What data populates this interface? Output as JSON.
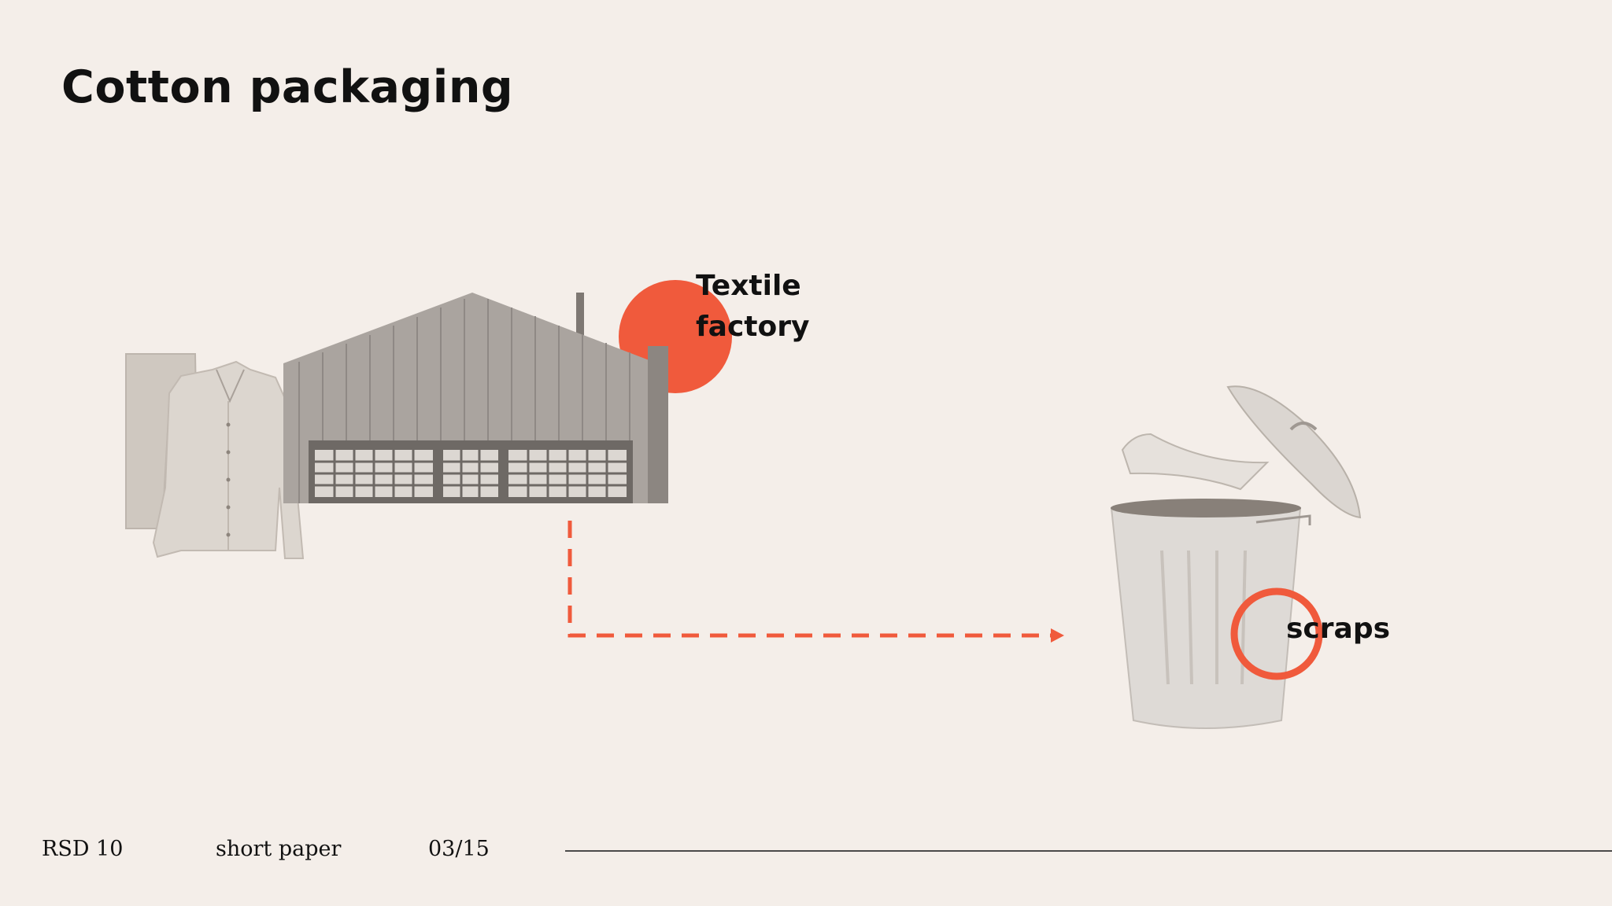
{
  "slide": {
    "title": "Cotton packaging",
    "labels": {
      "factory": "Textile factory",
      "factory_line1": "Textile",
      "factory_line2": "factory",
      "bin": "scraps"
    }
  },
  "footer": {
    "conference": "RSD 10",
    "type": "short paper",
    "page": "03/15"
  },
  "colors": {
    "accent": "#f05a3c",
    "background": "#f4eee9",
    "text": "#111111"
  },
  "icons": [
    "clothes-icon",
    "factory-icon",
    "trash-bin-icon"
  ]
}
